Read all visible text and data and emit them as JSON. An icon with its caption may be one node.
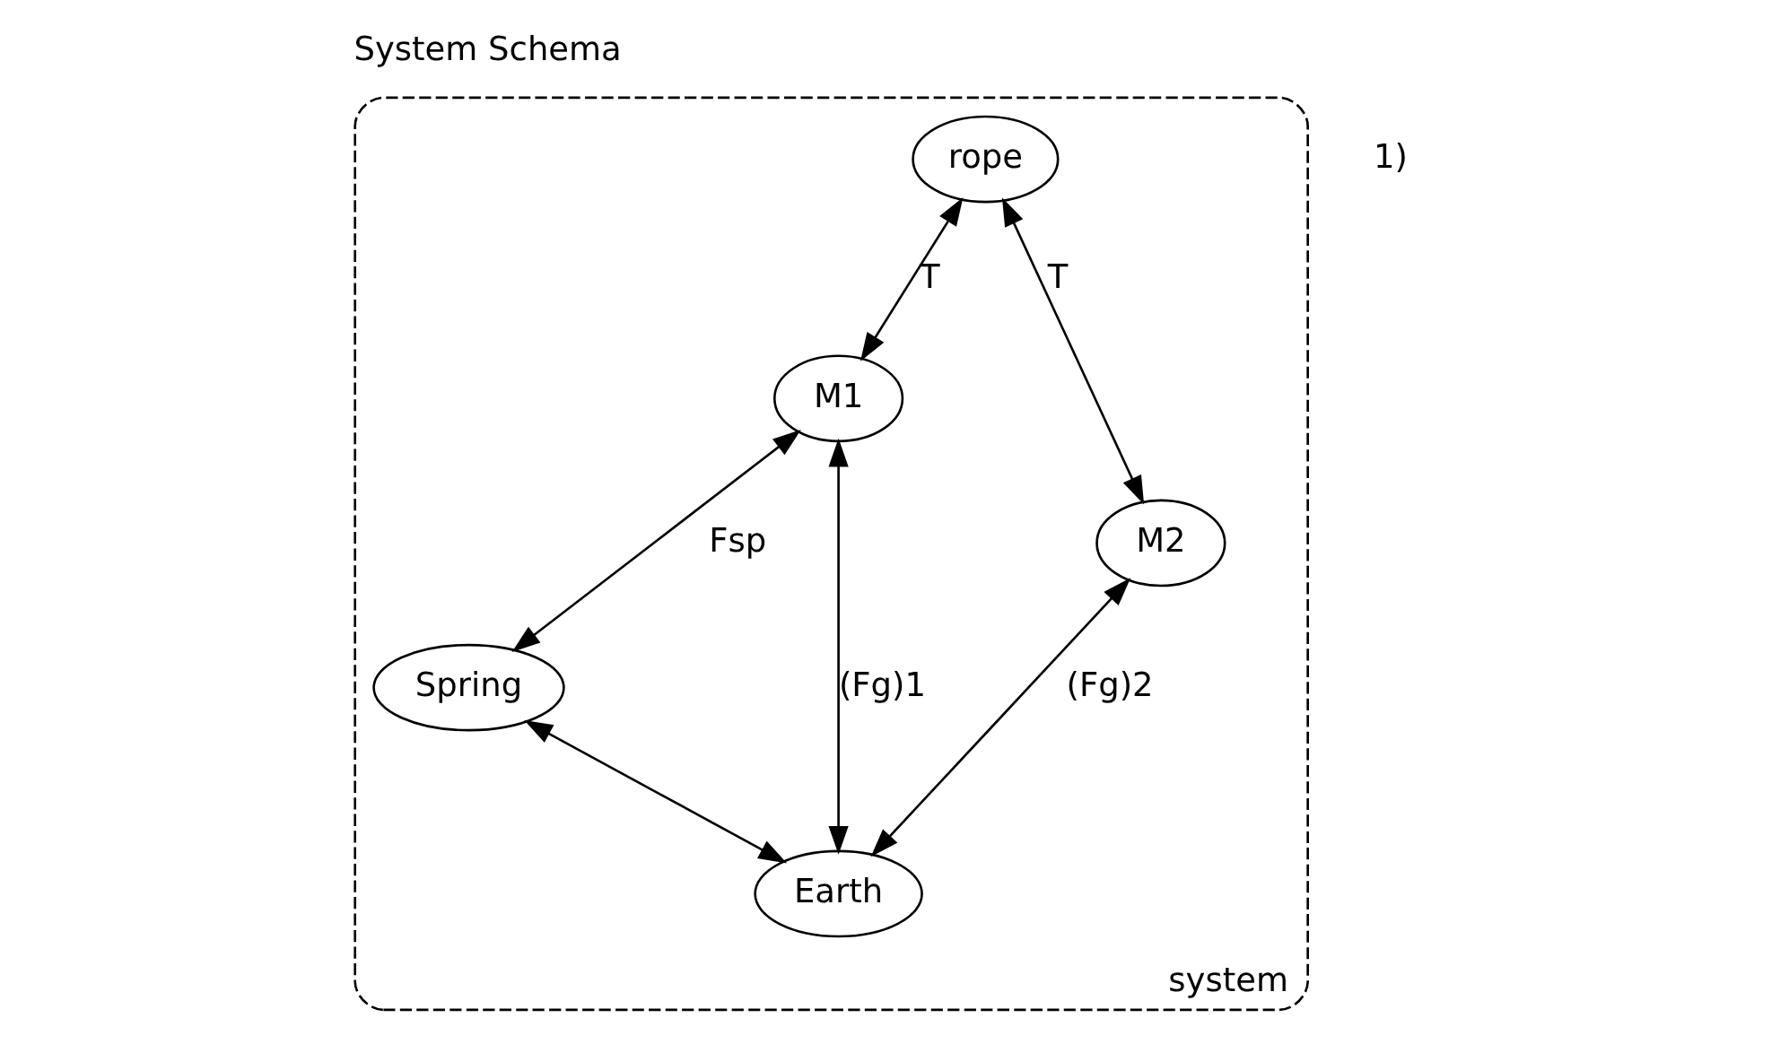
{
  "diagram": {
    "title": "System Schema",
    "nodes": [
      {
        "text": [
          "system"
        ]
      },
      {
        "text": [
          "rope"
        ],
        "in": 0
      },
      {
        "text": [
          "M1"
        ],
        "in": 0
      },
      {
        "text": [
          "M2"
        ],
        "in": 0
      },
      {
        "text": [
          "Spring"
        ],
        "in": 0
      },
      {
        "text": [
          "Earth"
        ],
        "in": 0
      }
    ],
    "edges": [
      {
        "from": 1,
        "to": 2,
        "arrow": "both",
        "label": "T"
      },
      {
        "from": 1,
        "to": 3,
        "arrow": "both",
        "label": "T"
      },
      {
        "from": 2,
        "to": 4,
        "arrow": "both",
        "label": "Fsp"
      },
      {
        "from": 2,
        "to": 5,
        "arrow": "both",
        "label": "(Fg)1"
      },
      {
        "from": 3,
        "to": 5,
        "arrow": "both",
        "label": "(Fg)2"
      },
      {
        "from": 4,
        "to": 5,
        "arrow": "both"
      }
    ],
    "labels": [
      "1)"
    ]
  }
}
